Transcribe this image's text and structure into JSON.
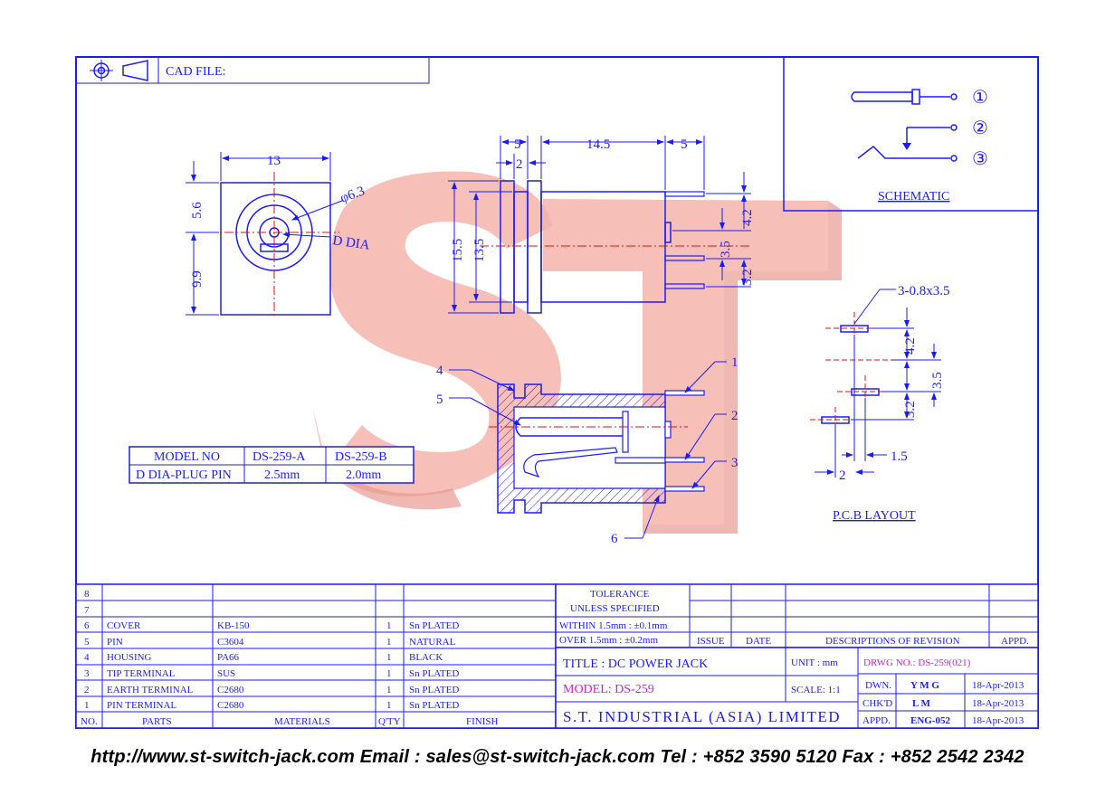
{
  "header": {
    "cad_label": "CAD FILE:"
  },
  "schematic": {
    "title": "SCHEMATIC",
    "pins": [
      "①",
      "②",
      "③"
    ]
  },
  "front_view": {
    "width": "13",
    "top": "5.6",
    "bottom": "9.9",
    "dia": "φ6.3",
    "ddia": "D DIA"
  },
  "side_view": {
    "d5a": "5",
    "d145": "14.5",
    "d5b": "5",
    "d2": "2",
    "d155": "15.5",
    "d135": "13.5",
    "d42": "4.2",
    "d35": "3.5",
    "d32": "3.2"
  },
  "section_view": {
    "callouts": [
      "1",
      "2",
      "3",
      "4",
      "5",
      "6"
    ]
  },
  "pcb": {
    "hole": "3-0.8x3.5",
    "d42": "4.2",
    "d35": "3.5",
    "d32": "3.2",
    "d15": "1.5",
    "d2": "2",
    "title": "P.C.B LAYOUT"
  },
  "model_table": {
    "h": [
      "MODEL NO",
      "DS-259-A",
      "DS-259-B"
    ],
    "r": [
      "D DIA-PLUG PIN",
      "2.5mm",
      "2.0mm"
    ]
  },
  "watermark": "ST",
  "bom": {
    "rows": [
      {
        "no": "8",
        "part": "",
        "mat": "",
        "qty": "",
        "finish": ""
      },
      {
        "no": "7",
        "part": "",
        "mat": "",
        "qty": "",
        "finish": ""
      },
      {
        "no": "6",
        "part": "COVER",
        "mat": "KB-150",
        "qty": "1",
        "finish": "Sn PLATED"
      },
      {
        "no": "5",
        "part": "PIN",
        "mat": "C3604",
        "qty": "1",
        "finish": "NATURAL"
      },
      {
        "no": "4",
        "part": "HOUSING",
        "mat": "PA66",
        "qty": "1",
        "finish": "BLACK"
      },
      {
        "no": "3",
        "part": "TIP TERMINAL",
        "mat": "SUS",
        "qty": "1",
        "finish": "Sn PLATED"
      },
      {
        "no": "2",
        "part": "EARTH TERMINAL",
        "mat": "C2680",
        "qty": "1",
        "finish": "Sn PLATED"
      },
      {
        "no": "1",
        "part": "PIN TERMINAL",
        "mat": "C2680",
        "qty": "1",
        "finish": "Sn PLATED"
      }
    ],
    "head": {
      "no": "NO.",
      "part": "PARTS",
      "mat": "MATERIALS",
      "qty": "Q'TY",
      "finish": "FINISH"
    }
  },
  "tolerance": {
    "l1": "TOLERANCE",
    "l2": "UNLESS SPECIFIED",
    "w": "WITHIN 1.5mm : ±0.1mm",
    "o": "OVER 1.5mm : ±0.2mm"
  },
  "revision": {
    "issue": "ISSUE",
    "date": "DATE",
    "desc": "DESCRIPTIONS OF REVISION",
    "appd": "APPD."
  },
  "title_block": {
    "title": "TITLE : DC POWER JACK",
    "unit": "UNIT :  mm",
    "drwg": "DRWG NO.: DS-259(021)",
    "model": "MODEL: DS-259",
    "scale": "SCALE:  1:1",
    "dwn": "DWN.",
    "dwn_v": "Y M G",
    "dwn_d": "18-Apr-2013",
    "chk": "CHK'D",
    "chk_v": "L M",
    "chk_d": "18-Apr-2013",
    "appd": "APPD.",
    "appd_v": "ENG-052",
    "appd_d": "18-Apr-2013",
    "company": "S.T. INDUSTRIAL (ASIA) LIMITED"
  },
  "footer": "http://www.st-switch-jack.com  Email : sales@st-switch-jack.com  Tel : +852 3590 5120  Fax : +852 2542 2342",
  "colors": {
    "line": "#1a1aff",
    "center": "#e01010",
    "watermark": "#f4b0a8",
    "accent": "#d81bd8"
  }
}
